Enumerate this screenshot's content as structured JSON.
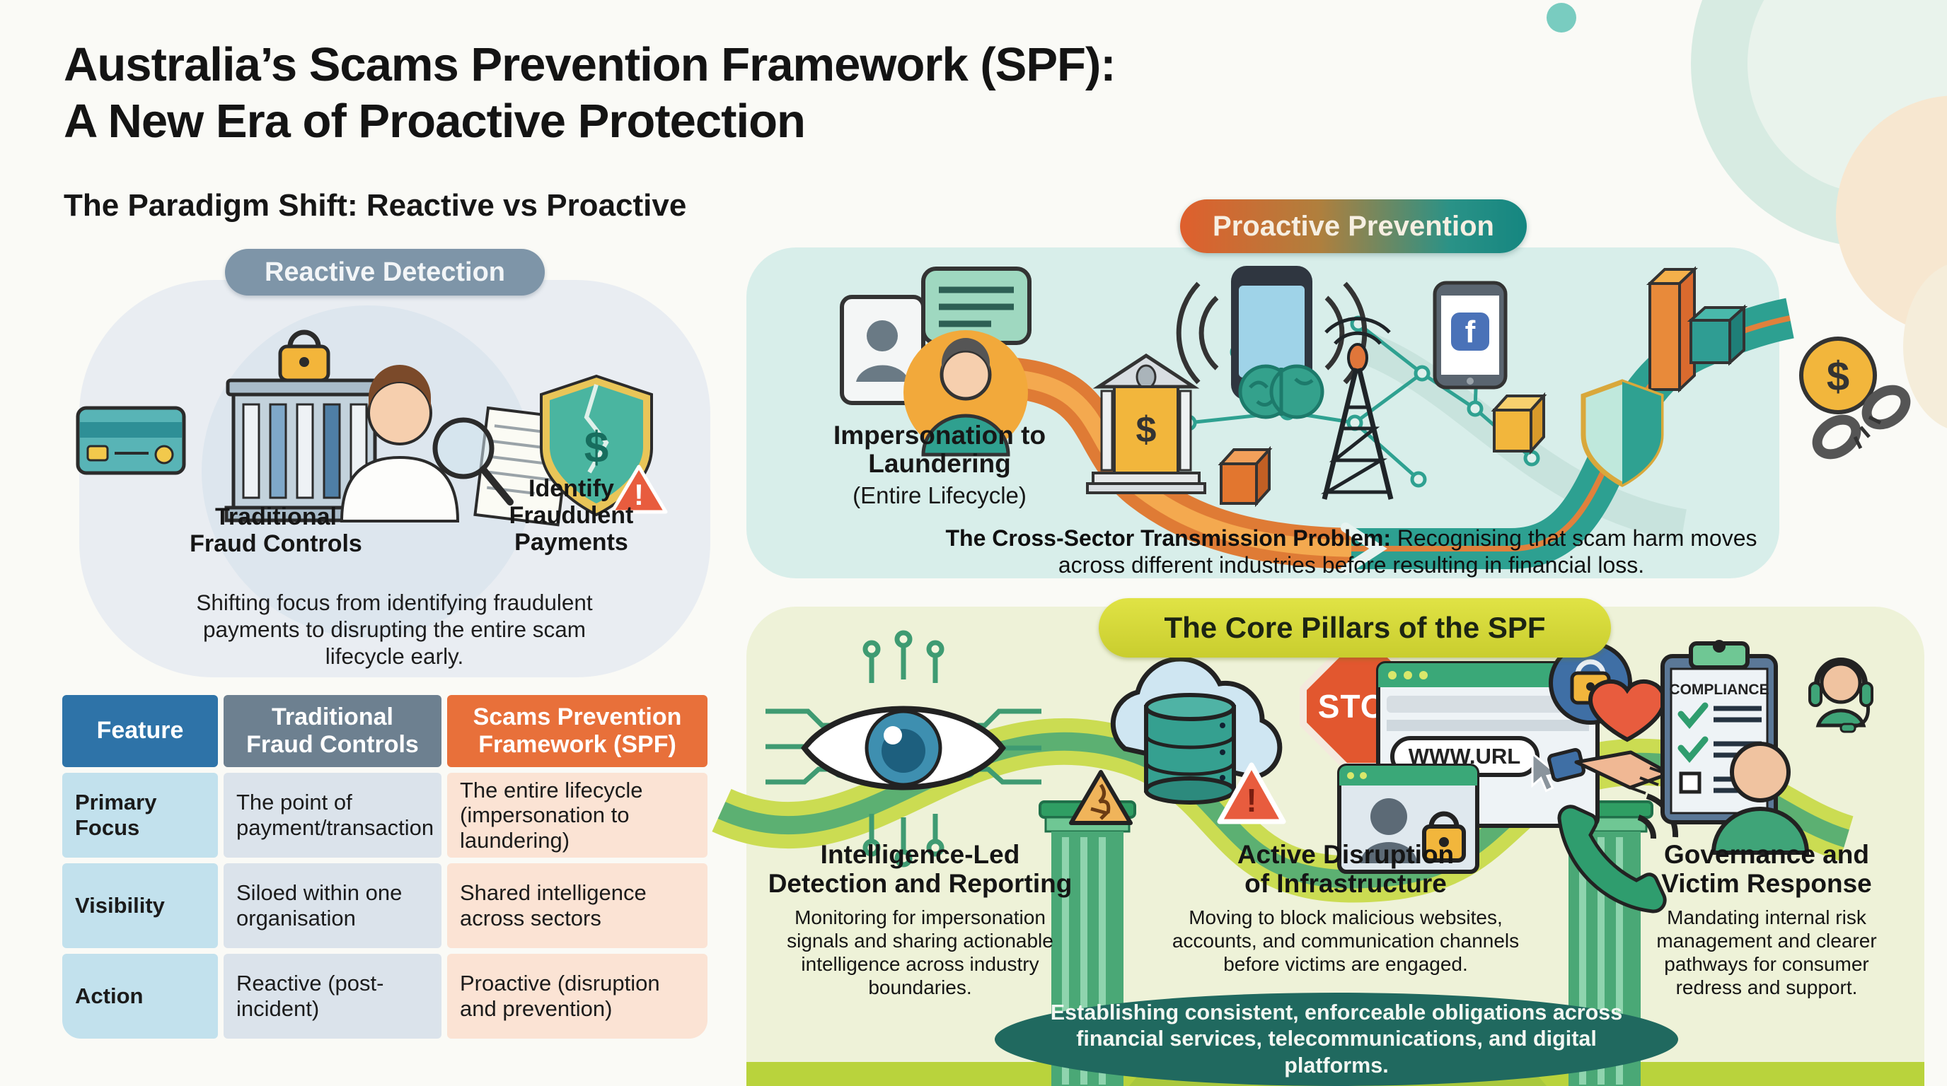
{
  "page": {
    "title_line1": "Australia’s Scams Prevention Framework (SPF):",
    "title_line2": "A New Era of Proactive Protection"
  },
  "paradigm": {
    "heading": "The Paradigm Shift: Reactive vs Proactive",
    "reactive_badge": "Reactive Detection",
    "label_traditional": "Traditional Fraud Controls",
    "label_identify": "Identify Fraudulent Payments",
    "description": "Shifting focus from identifying fraudulent payments to disrupting the entire scam lifecycle early."
  },
  "comparison_table": {
    "headers": [
      "Feature",
      "Traditional Fraud Controls",
      "Scams Prevention Framework (SPF)"
    ],
    "rows": [
      {
        "feature": "Primary Focus",
        "traditional": "The point of payment/transaction",
        "spf": "The entire lifecycle (impersonation to laundering)"
      },
      {
        "feature": "Visibility",
        "traditional": "Siloed within one organisation",
        "spf": "Shared intelligence across sectors"
      },
      {
        "feature": "Action",
        "traditional": "Reactive (post-incident)",
        "spf": "Proactive (disruption and prevention)"
      }
    ]
  },
  "proactive": {
    "badge": "Proactive Prevention",
    "flow_label_bold": "Impersonation to Laundering",
    "flow_label_sub": "(Entire Lifecycle)",
    "caption_bold": "The Cross-Sector Transmission Problem:",
    "caption_rest": " Recognising that scam harm moves across different industries before resulting in financial loss."
  },
  "core_pillars": {
    "badge": "The Core Pillars of the SPF",
    "pillars": [
      {
        "title_line1": "Intelligence-Led",
        "title_line2": "Detection and Reporting",
        "body": "Monitoring for impersonation signals and sharing actionable intelligence across industry boundaries."
      },
      {
        "title_line1": "Active Disruption",
        "title_line2": "of Infrastructure",
        "body": "Moving to block malicious websites, accounts, and communication channels before victims are engaged."
      },
      {
        "title_line1": "Governance and",
        "title_line2": "Victim Response",
        "body": "Mandating internal risk management and clearer pathways for consumer redress and support."
      }
    ],
    "footer": "Establishing consistent, enforceable obligations across financial services, telecommunications, and digital platforms."
  },
  "icon_texts": {
    "currency": "$",
    "exclamation": "!",
    "stop": "STOP",
    "url": "WWW.URL",
    "compliance": "COMPLIANCE",
    "facebook": "f"
  },
  "icons": {
    "reactive": [
      "credit-card-icon",
      "bank-lock-icon",
      "investigator-magnifier-icon",
      "document-icon",
      "shield-dollar-warning-icon"
    ],
    "proactive_flow": [
      "id-card-icon",
      "chat-bubble-icon",
      "scammer-avatar-icon",
      "bank-dollar-icon",
      "network-nodes-icon",
      "smartphone-alert-icon",
      "brain-icon",
      "radio-tower-icon",
      "social-tablet-icon",
      "bar-chart-3d-icon",
      "package-cube-icon",
      "shield-icon",
      "dollar-coin-broken-chain-icon"
    ],
    "core_pillars": [
      "circuit-eye-icon",
      "cloud-database-icon",
      "fire-warning-icon",
      "alert-triangle-icon",
      "stop-sign-icon",
      "browser-url-lock-icon",
      "account-lock-icon",
      "phone-handset-icon",
      "heart-handshake-icon",
      "compliance-checklist-icon",
      "victim-person-icon",
      "support-agent-icon",
      "greek-column-icon"
    ]
  },
  "colors": {
    "reactive_pill": "#7e95a8",
    "reactive_panel": "#e9edf2",
    "header_blue": "#2e73a8",
    "header_slate": "#6d8090",
    "header_orange": "#e8703a",
    "row_blue": "#c2e1ed",
    "row_gray": "#dbe3eb",
    "row_peach": "#fbe3d4",
    "proactive_gradient_start": "#df5f2d",
    "proactive_gradient_end": "#158680",
    "proactive_panel": "#d8eeea",
    "pillars_panel": "#eef2d8",
    "pillars_pill": "#d3d935",
    "footer_oval": "#20695f",
    "lime_strip": "#b9d33c",
    "column_green": "#4aa876"
  }
}
